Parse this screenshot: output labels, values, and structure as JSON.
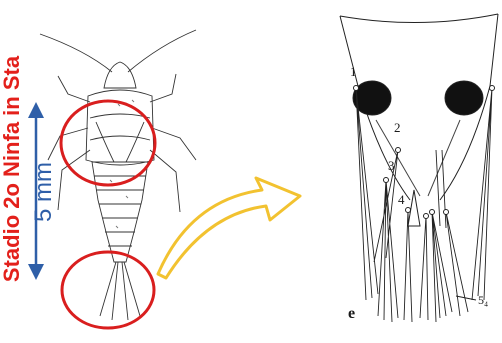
{
  "figure": {
    "side_title": "Stadio 2o Ninfa in Sta",
    "scale_bar_label": "5 mm",
    "panel_letter": "e",
    "seta_labels": [
      "1",
      "2",
      "3",
      "4",
      "5₄"
    ]
  },
  "colors": {
    "title_red": "#e3201b",
    "highlight_circle": "#d91e1e",
    "scale_blue": "#2f5fa8",
    "arrow_yellow": "#f2c230",
    "ink": "#1a1a1a"
  }
}
